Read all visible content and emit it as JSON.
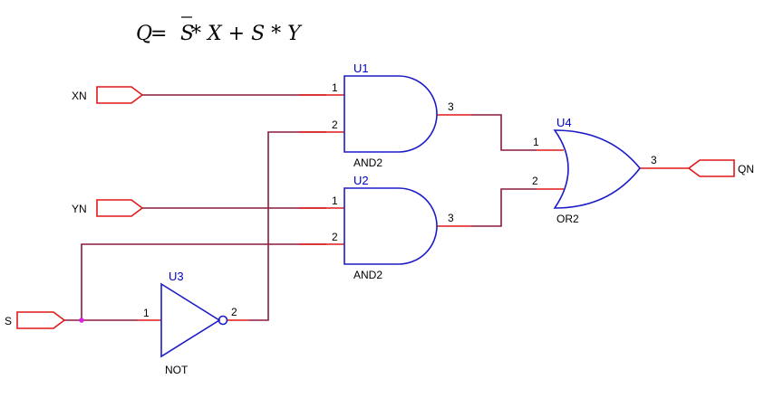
{
  "equation": {
    "lhs": "Q",
    "eq": " = ",
    "sbar": "S",
    "rest": " * X + S * Y"
  },
  "ports": {
    "xn": "XN",
    "yn": "YN",
    "s": "S",
    "qn": "QN"
  },
  "gates": {
    "u1": {
      "ref": "U1",
      "type": "AND2",
      "pin_in1": "1",
      "pin_in2": "2",
      "pin_out": "3"
    },
    "u2": {
      "ref": "U2",
      "type": "AND2",
      "pin_in1": "1",
      "pin_in2": "2",
      "pin_out": "3"
    },
    "u3": {
      "ref": "U3",
      "type": "NOT",
      "pin_in": "1",
      "pin_out": "2"
    },
    "u4": {
      "ref": "U4",
      "type": "OR2",
      "pin_in1": "1",
      "pin_in2": "2",
      "pin_out": "3"
    }
  },
  "colors": {
    "gate": "#1c1cc8",
    "pin": "#e01818",
    "wire": "#8a1a3a",
    "junction": "#e020e0"
  }
}
